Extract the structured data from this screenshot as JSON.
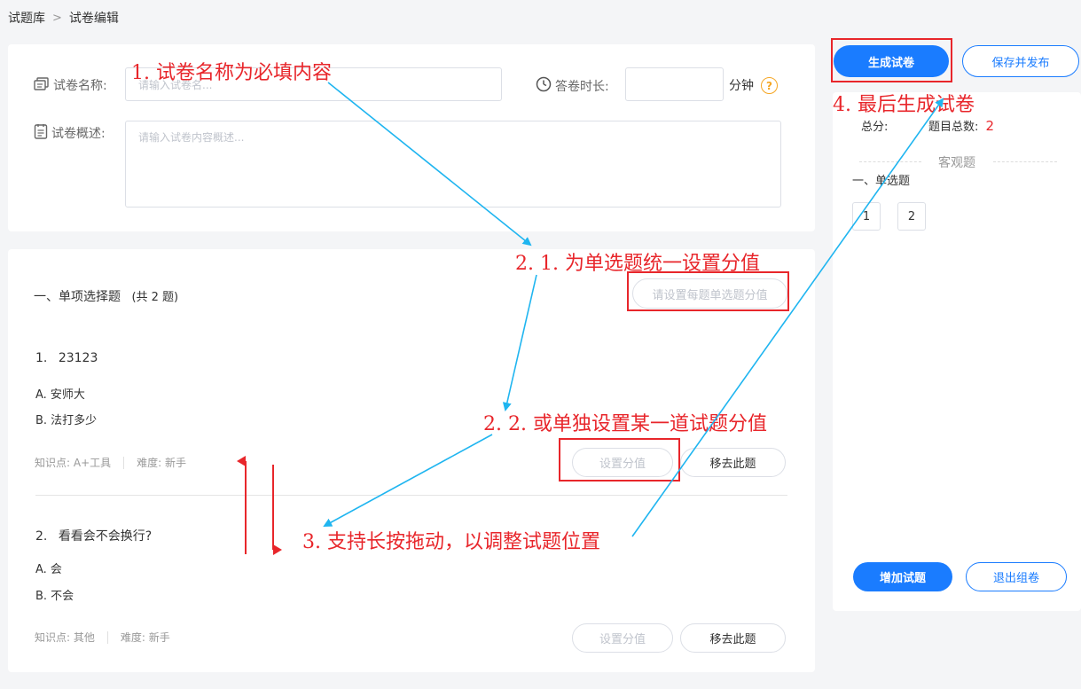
{
  "breadcrumb": {
    "root": "试题库",
    "separator": ">",
    "current": "试卷编辑"
  },
  "form": {
    "name_label": "试卷名称:",
    "name_placeholder": "请输入试卷名...",
    "duration_label": "答卷时长:",
    "duration_value": "",
    "duration_unit": "分钟",
    "help_icon": "?",
    "desc_label": "试卷概述:",
    "desc_placeholder": "请输入试卷内容概述..."
  },
  "section": {
    "title": "一、单项选择题",
    "count": "(共 2 题)",
    "batch_score_placeholder": "请设置每题单选题分值"
  },
  "questions": [
    {
      "number": "1.",
      "text": "23123",
      "options": [
        "A. 安师大",
        "B. 法打多少"
      ],
      "knowledge": "知识点: A+工具",
      "difficulty": "难度: 新手",
      "score_button": "设置分值",
      "remove_button": "移去此题"
    },
    {
      "number": "2.",
      "text": "看看会不会换行?",
      "options": [
        "A. 会",
        "B. 不会"
      ],
      "knowledge": "知识点: 其他",
      "difficulty": "难度: 新手",
      "score_button": "设置分值",
      "remove_button": "移去此题"
    }
  ],
  "sidebar": {
    "generate_button": "生成试卷",
    "save_publish_button": "保存并发布",
    "total_score_label": "总分:",
    "total_count_label": "题目总数:",
    "total_count_value": "2",
    "objective_label": "客观题",
    "single_choice_label": "一、单选题",
    "question_numbers": [
      "1",
      "2"
    ],
    "add_question_button": "增加试题",
    "exit_button": "退出组卷"
  },
  "annotations": {
    "a1": "1. 试卷名称为必填内容",
    "a21": "2. 1. 为单选题统一设置分值",
    "a22": "2. 2. 或单独设置某一道试题分值",
    "a3": "3. 支持长按拖动，以调整试题位置",
    "a4": "4. 最后生成试卷"
  },
  "colors": {
    "primary": "#1a7cff",
    "annotation_red": "#e8262b",
    "arrow_blue": "#1fb5f0"
  }
}
